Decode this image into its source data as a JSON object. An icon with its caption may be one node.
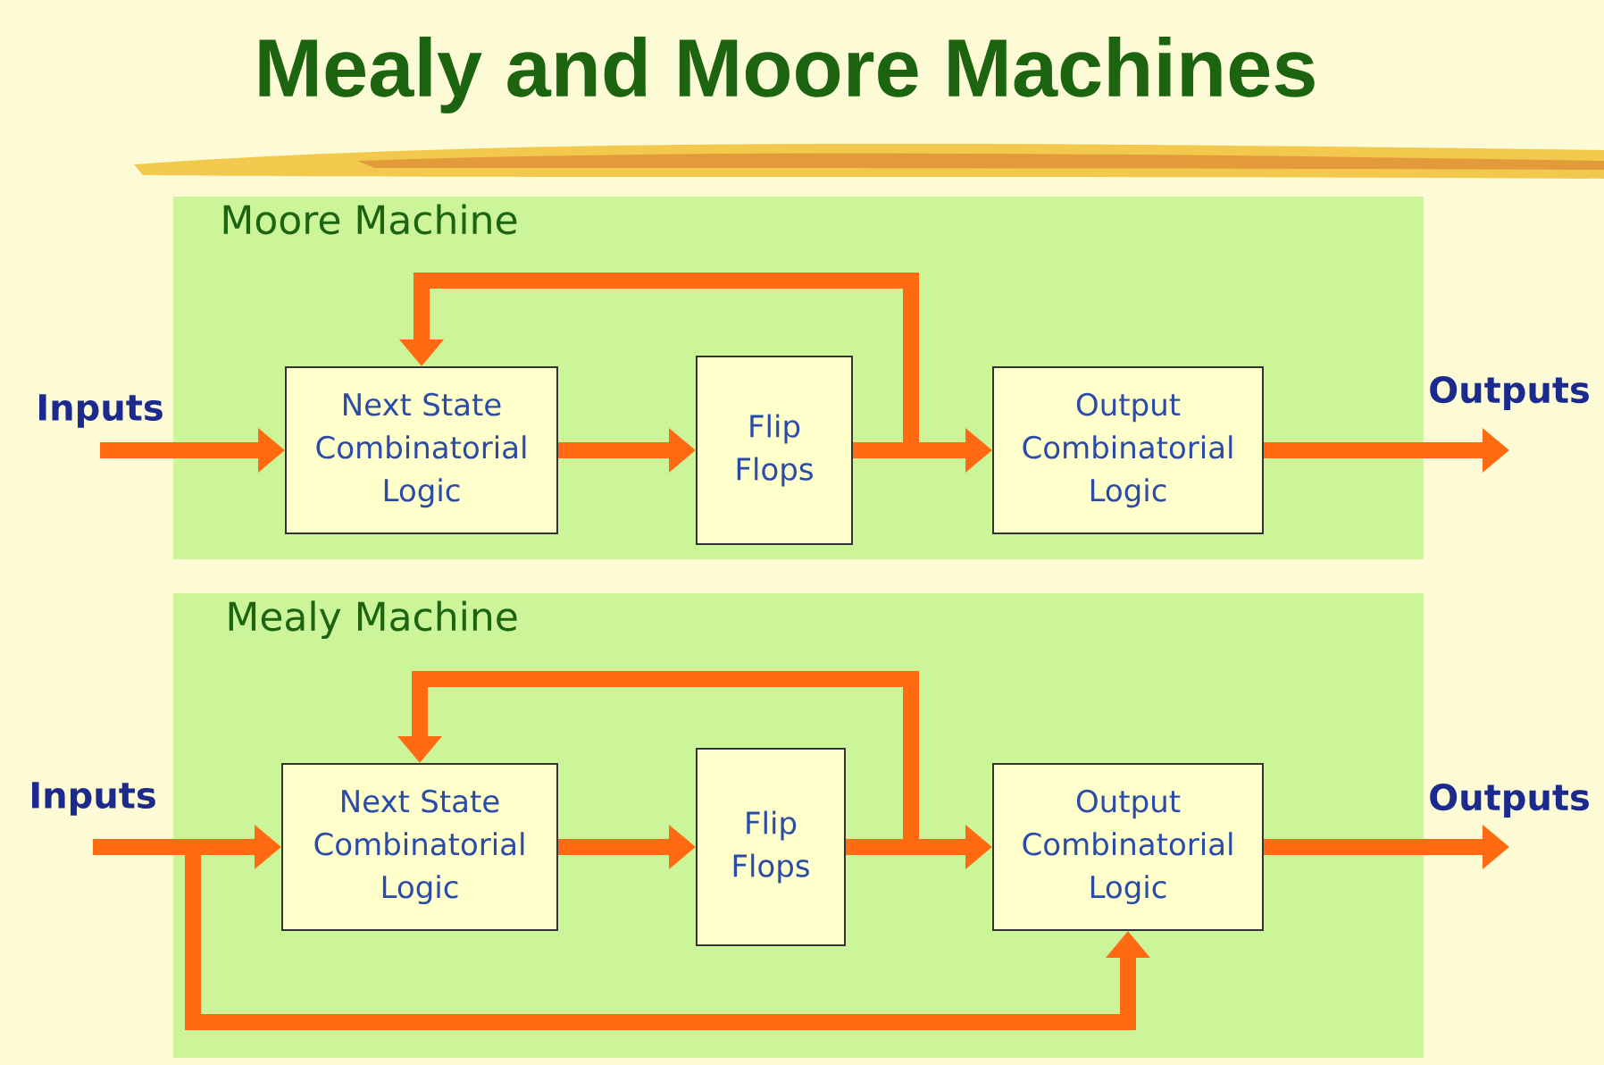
{
  "diagram": {
    "title": "Mealy and Moore Machines",
    "nodes": [
      {
        "text": [
          "Moore Machine"
        ]
      },
      {
        "text": [
          "Inputs"
        ]
      },
      {
        "text": [
          "Next State Combinatorial Logic"
        ],
        "in": 0
      },
      {
        "text": [
          "Flip Flops"
        ],
        "in": 0
      },
      {
        "text": [
          "Output Combinatorial Logic"
        ],
        "in": 0
      },
      {
        "text": [
          "Outputs"
        ]
      },
      {
        "text": [
          "Mealy Machine"
        ]
      },
      {
        "text": [
          "Inputs"
        ]
      },
      {
        "text": [
          "Next State Combinatorial Logic"
        ],
        "in": 6
      },
      {
        "text": [
          "Flip Flops"
        ],
        "in": 6
      },
      {
        "text": [
          "Output Combinatorial Logic"
        ],
        "in": 6
      },
      {
        "text": [
          "Outputs"
        ]
      }
    ],
    "edges": [
      {
        "from": 1,
        "to": 2,
        "arrow": "to"
      },
      {
        "from": 2,
        "to": 3,
        "arrow": "to"
      },
      {
        "from": 3,
        "to": 4,
        "arrow": "to"
      },
      {
        "from": 3,
        "to": 2,
        "arrow": "to"
      },
      {
        "from": 4,
        "to": 5,
        "arrow": "to"
      },
      {
        "from": 7,
        "to": 8,
        "arrow": "to"
      },
      {
        "from": 8,
        "to": 9,
        "arrow": "to"
      },
      {
        "from": 9,
        "to": 10,
        "arrow": "to"
      },
      {
        "from": 9,
        "to": 8,
        "arrow": "to"
      },
      {
        "from": 10,
        "to": 11,
        "arrow": "to"
      },
      {
        "from": 7,
        "to": 10,
        "arrow": "to"
      }
    ]
  }
}
